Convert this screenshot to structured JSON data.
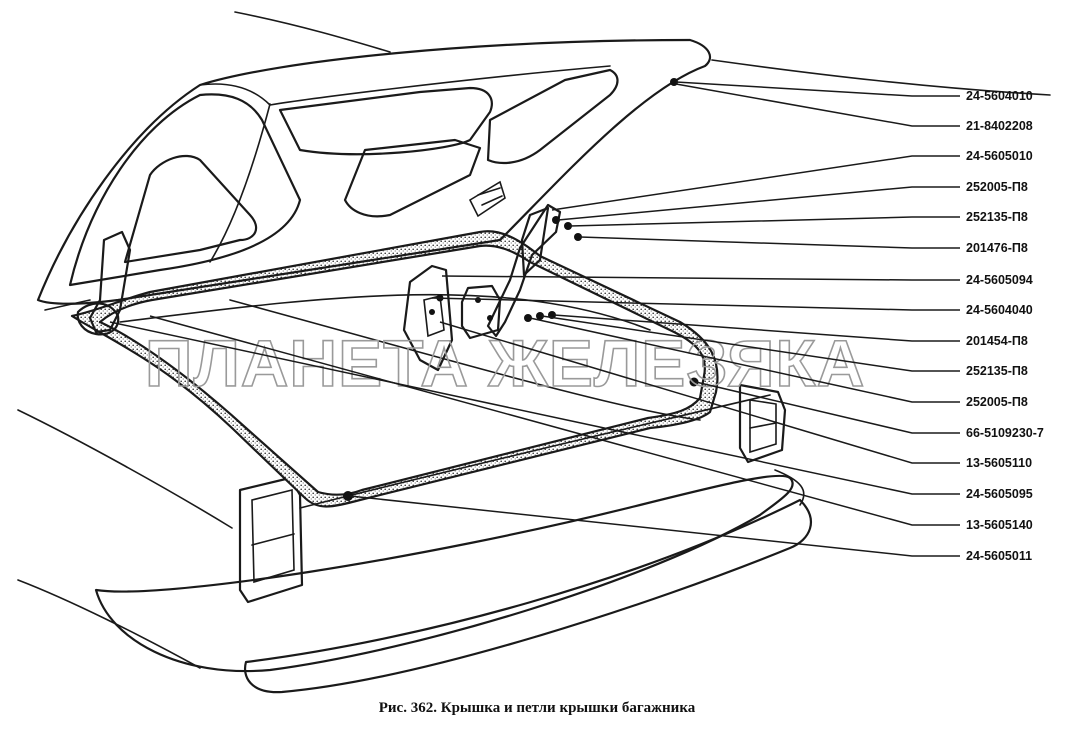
{
  "caption": "Рис. 362. Крышка и петли крышки багажника",
  "watermark": "ПЛАНЕТА ЖЕЛЕЗЯКА",
  "part_labels": [
    "24-5604010",
    "21-8402208",
    "24-5605010",
    "252005-П8",
    "252135-П8",
    "201476-П8",
    "24-5605094",
    "24-5604040",
    "201454-П8",
    "252135-П8",
    "252005-П8",
    "66-5109230-7",
    "13-5605110",
    "24-5605095",
    "13-5605140",
    "24-5605011"
  ]
}
